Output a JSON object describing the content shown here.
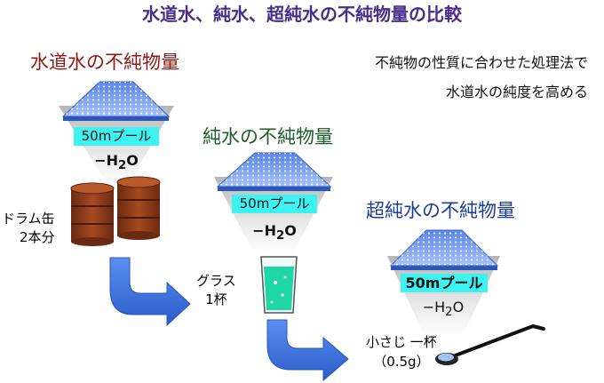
{
  "title": "水道水、純水、超純水の不純物量の比較",
  "method_note": {
    "line1": "不純物の性質に合わせた処理法で",
    "line2": "水道水の純度を高める"
  },
  "stages": [
    {
      "label": "水道水の不純物量",
      "label_color": "#8b1a14",
      "pool": "50mプール",
      "formula_prefix": "−H",
      "formula_sub": "2",
      "formula_suffix": "O"
    },
    {
      "label": "純水の不純物量",
      "label_color": "#1d5a2c",
      "pool": "50mプール",
      "formula_prefix": "−H",
      "formula_sub": "2",
      "formula_suffix": "O"
    },
    {
      "label": "超純水の不純物量",
      "label_color": "#1a3e96",
      "pool": "50mプール",
      "formula_prefix": "−H",
      "formula_sub": "2",
      "formula_suffix": "O"
    }
  ],
  "amounts": {
    "drums_line1": "ドラム缶",
    "drums_line2": "2本分",
    "glass_line1": "グラス",
    "glass_line2": "1杯",
    "spoon_line1": "小さじ 一杯",
    "spoon_line2": "（0.5g）"
  },
  "colors": {
    "title": "#4a2c8a",
    "pool_fill": "#3ff2f2",
    "pyramid": "#7ba3f0",
    "drum": "#8b3a1c",
    "arrow": "#3a72e0",
    "water": "#1fd6a6"
  }
}
